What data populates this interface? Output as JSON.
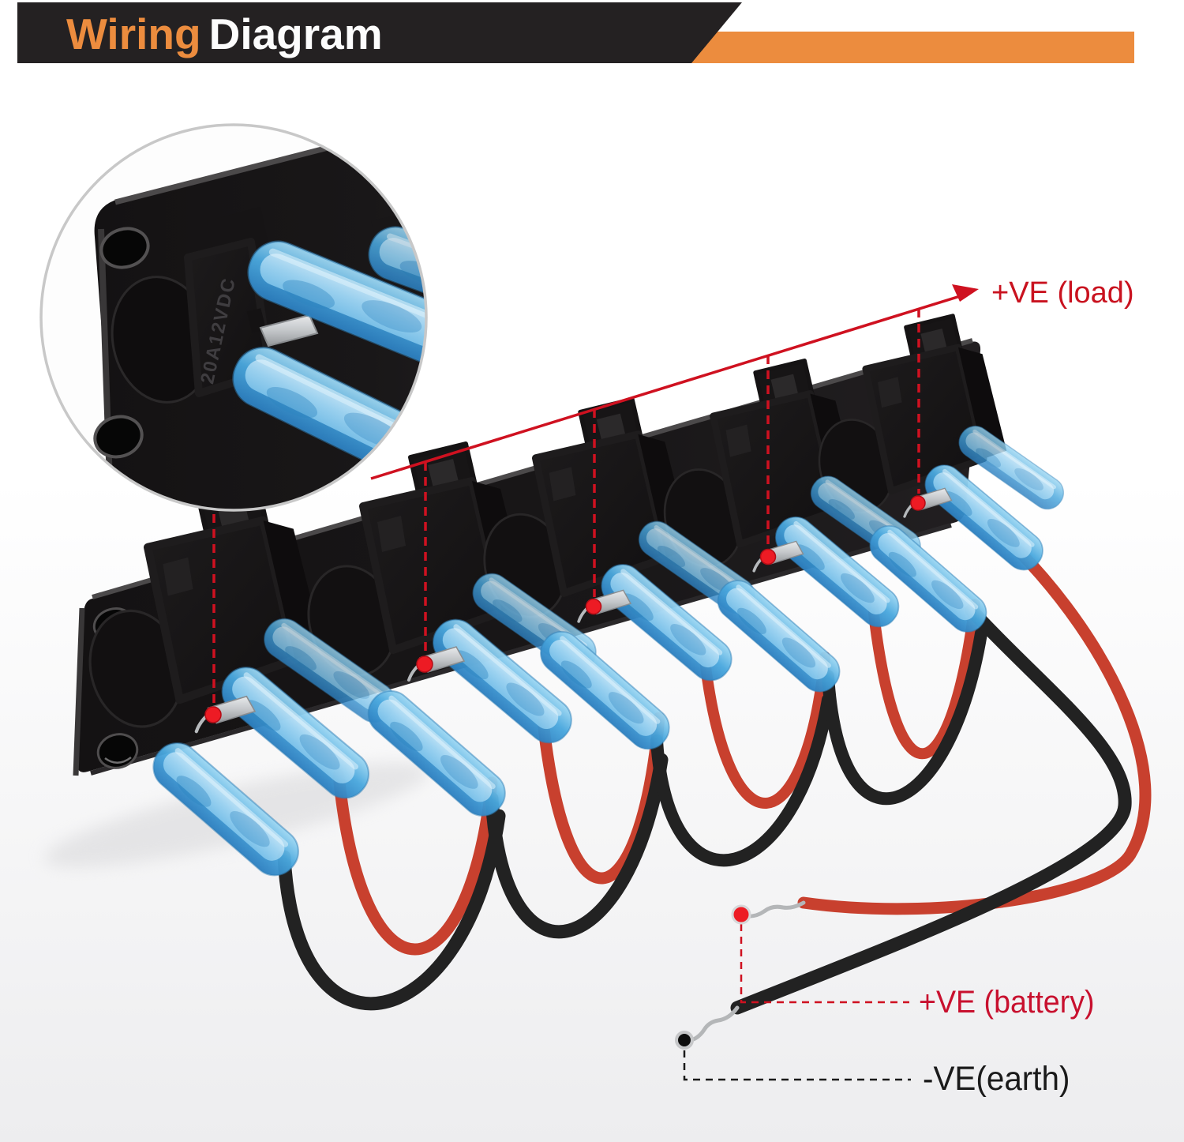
{
  "header": {
    "title_highlight": "Wiring",
    "title_rest": "Diagram"
  },
  "annotations": {
    "load_label": "+VE (load)",
    "battery_label": "+VE (battery)",
    "earth_label": "-VE(earth)"
  },
  "inset": {
    "switch_marking": "20A12VDC"
  },
  "panel": {
    "switch_count": "5",
    "visible_mounting_holes": "3"
  },
  "colors": {
    "accent_orange": "#EC8C3E",
    "banner_black": "#242122",
    "annotation_red": "#CF1120",
    "dot_red": "#ED1B24",
    "wire_red": "#C8402E",
    "wire_black": "#222222",
    "connector_blue": "#5BB9E8",
    "panel_black": "#171516",
    "label_dark": "#1A1A1A"
  }
}
